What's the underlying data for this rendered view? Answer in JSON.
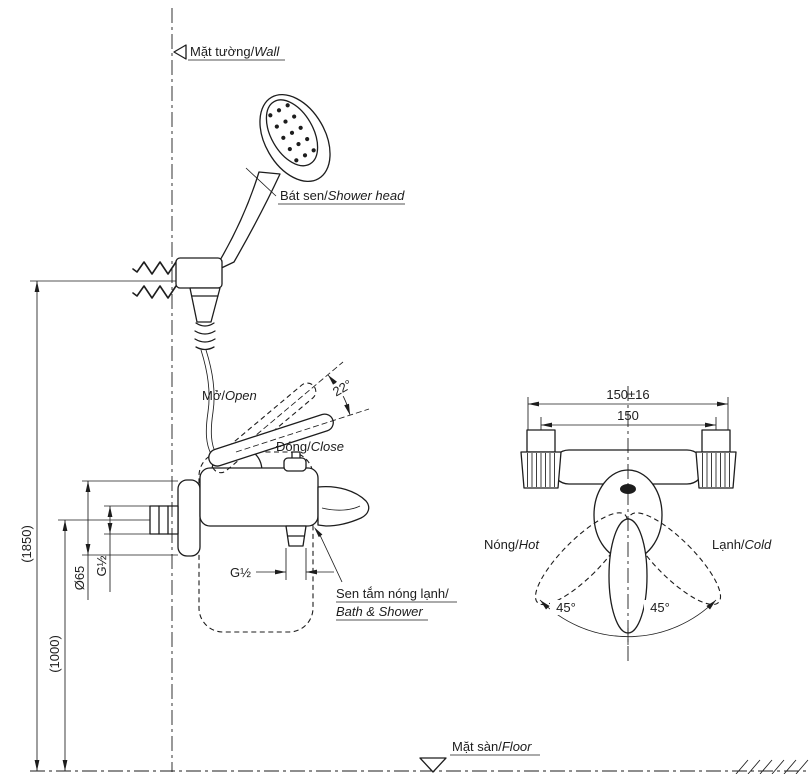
{
  "colors": {
    "ink": "#1d1d1d",
    "bg": "#ffffff"
  },
  "labels": {
    "wall_vi": "Mặt tường/",
    "wall_en": "Wall",
    "shower_head_vi": "Bát sen/",
    "shower_head_en": "Shower head",
    "open_vi": "Mở/",
    "open_en": "Open",
    "close_vi": "Đóng/",
    "close_en": "Close",
    "mixer_vi": "Sen tắm nóng lạnh/",
    "mixer_en": "Bath & Shower",
    "floor_vi": "Mặt sàn/",
    "floor_en": "Floor",
    "hot_vi": "Nóng/",
    "hot_en": "Hot",
    "cold_vi": "Lạnh/",
    "cold_en": "Cold"
  },
  "dimensions": {
    "total_height": "(1850)",
    "outlet_height": "(1000)",
    "flange_diameter": "Ø65",
    "inlet_thread": "G½",
    "outlet_thread": "G½",
    "open_angle": "22°",
    "center_distance_tolerance": "150±16",
    "center_distance": "150",
    "swing_left": "45°",
    "swing_right": "45°"
  }
}
